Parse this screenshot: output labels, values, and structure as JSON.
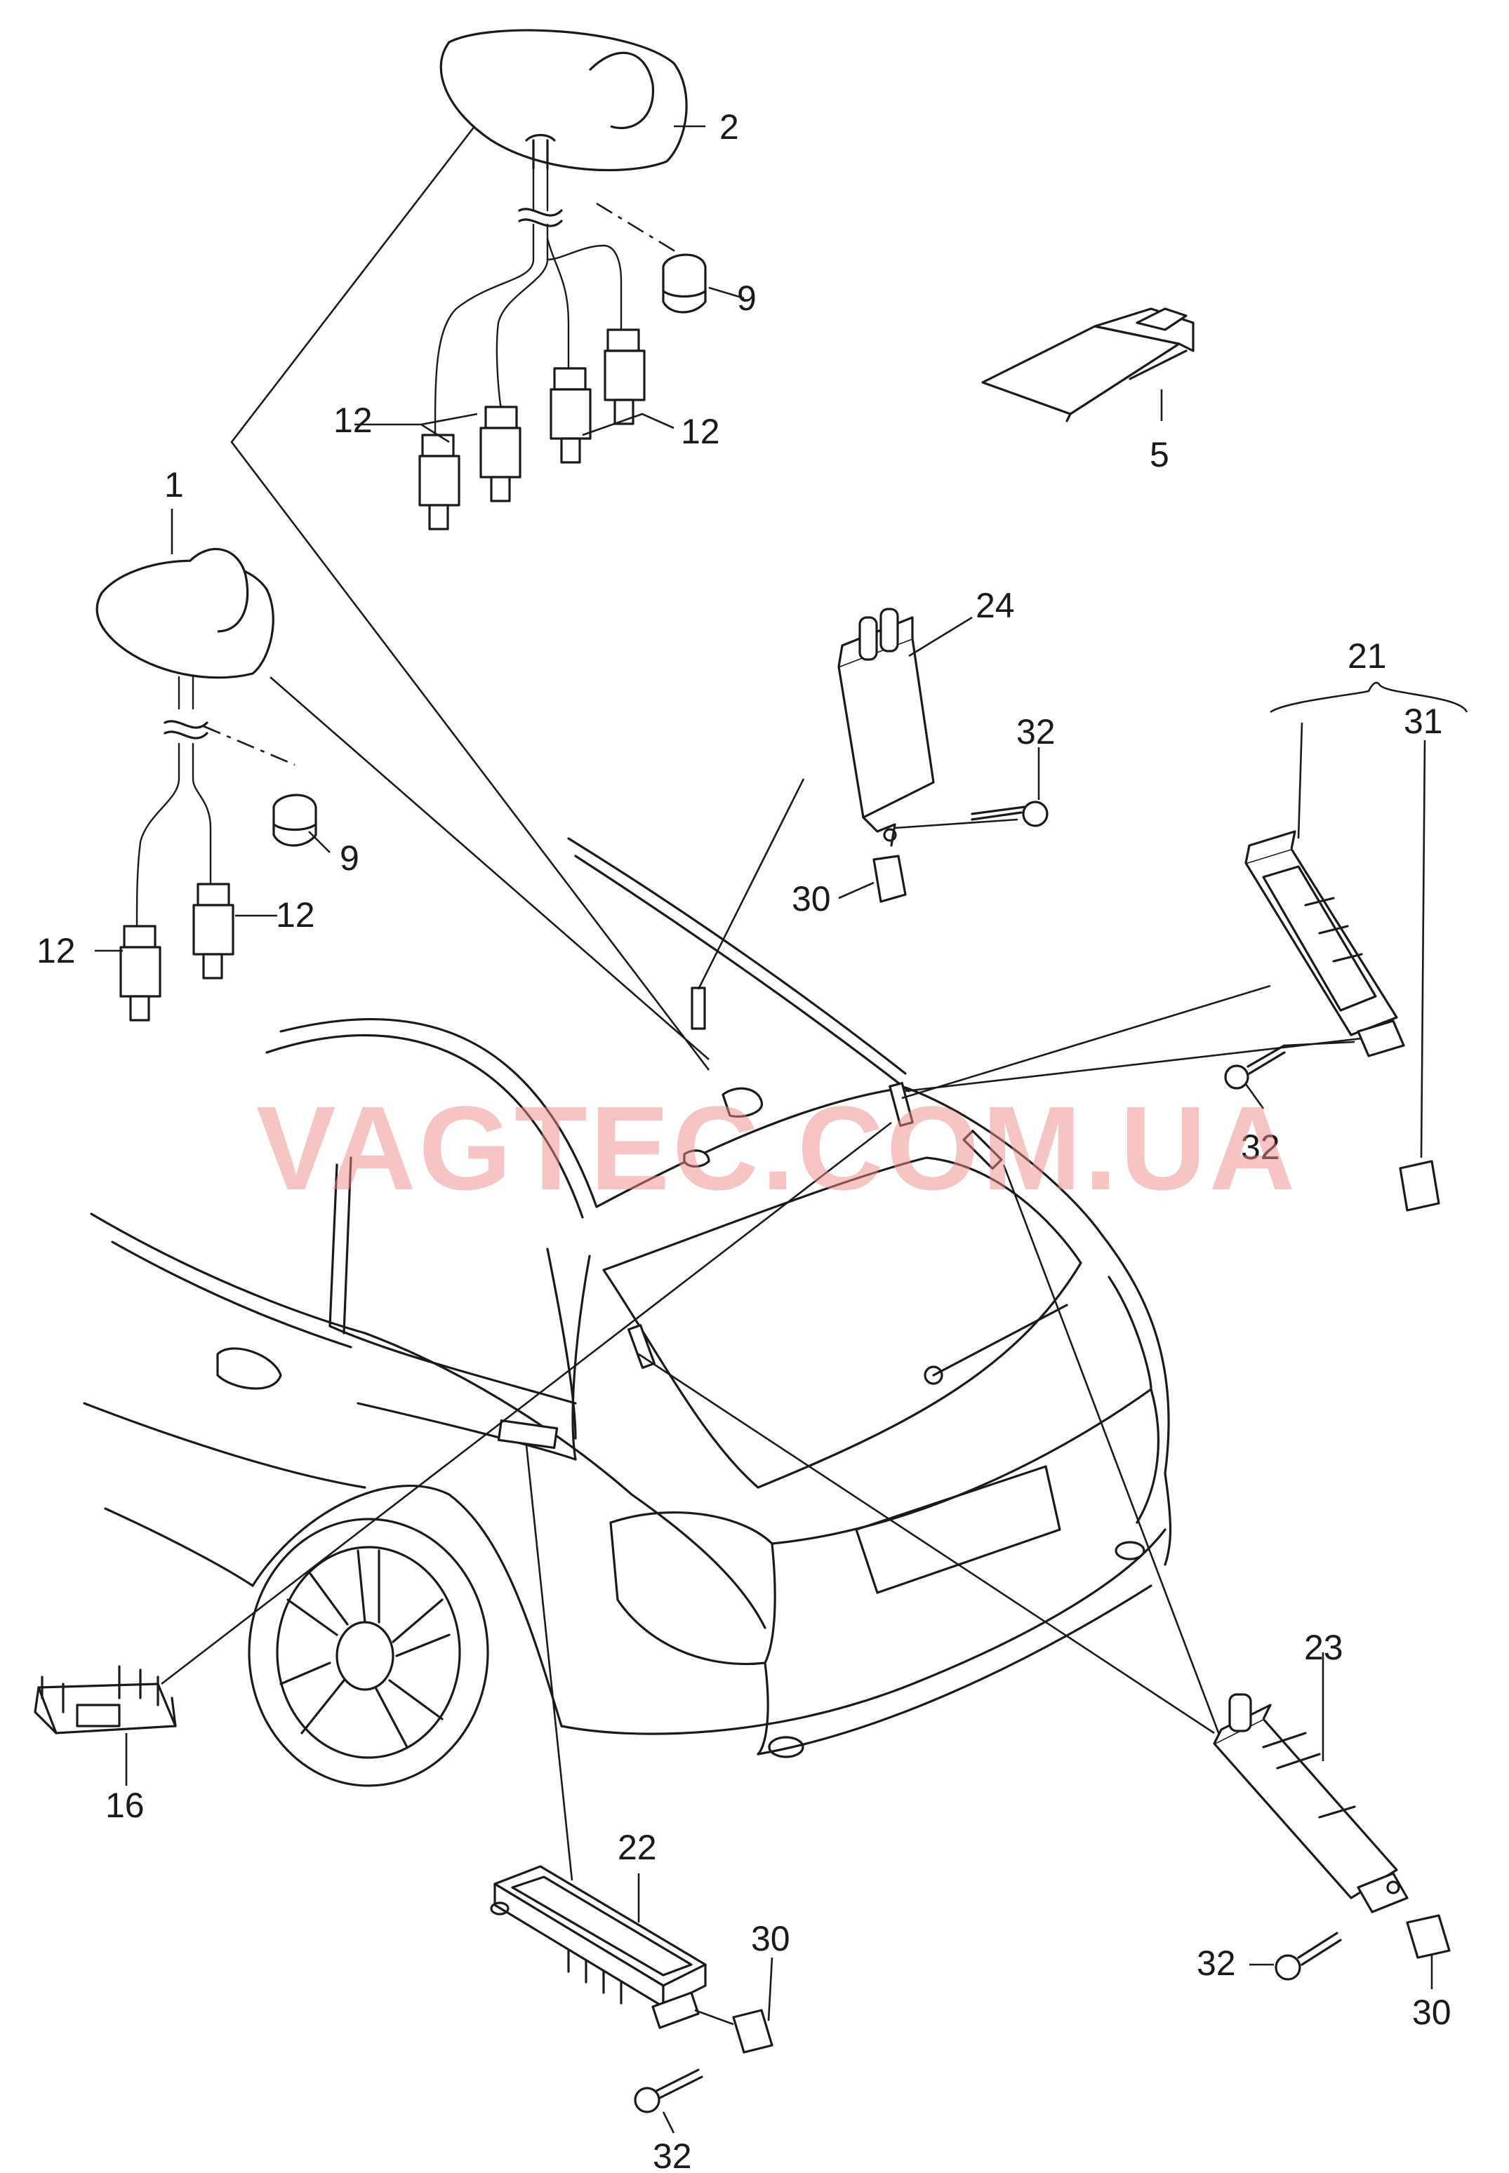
{
  "watermark": {
    "text": "VAGTEC.COM.UA",
    "color": "#f08a8a"
  },
  "line_color": "#1a1a1a",
  "callouts": {
    "c1": "1",
    "c2": "2",
    "c5": "5",
    "c9a": "9",
    "c9b": "9",
    "c12a": "12",
    "c12b": "12",
    "c12c": "12",
    "c12d": "12",
    "c16": "16",
    "c21": "21",
    "c22": "22",
    "c23": "23",
    "c24": "24",
    "c30a": "30",
    "c30b": "30",
    "c30c": "30",
    "c31": "31",
    "c32a": "32",
    "c32b": "32",
    "c32c": "32",
    "c32d": "32"
  }
}
